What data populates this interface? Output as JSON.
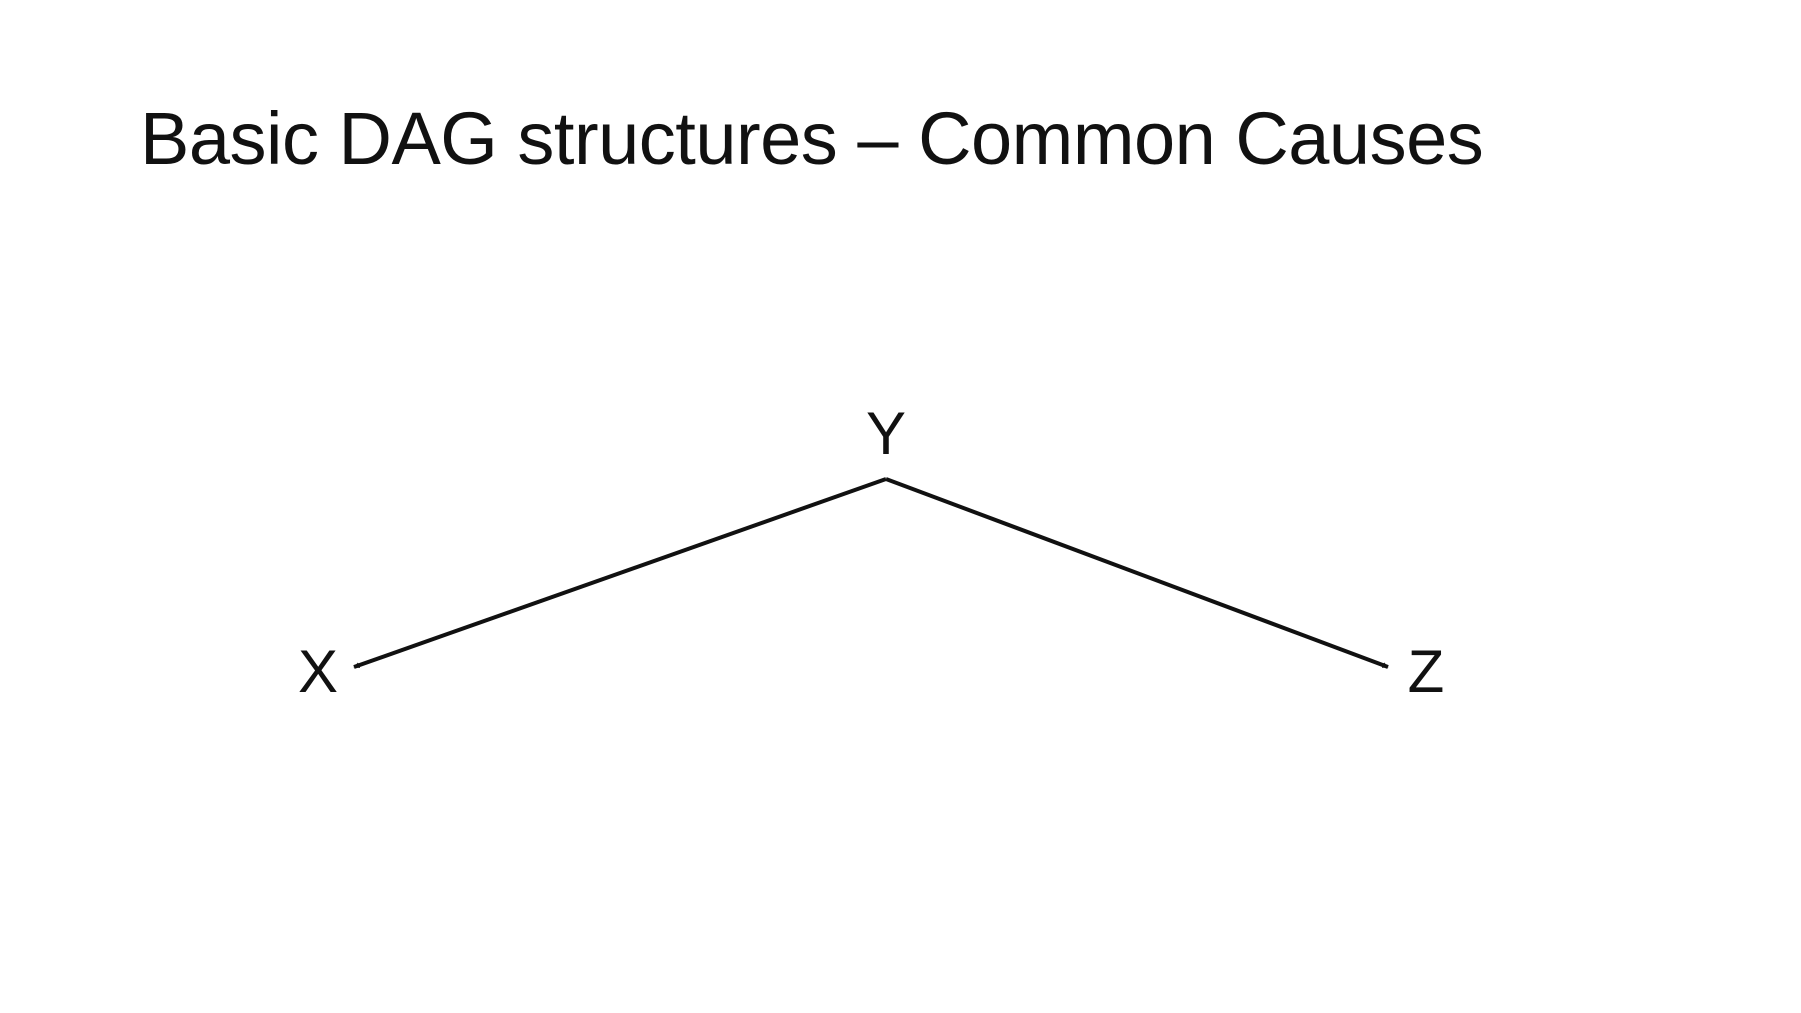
{
  "slide": {
    "title": "Basic DAG structures – Common Causes"
  },
  "diagram": {
    "type": "directed-acyclic-graph",
    "nodes": [
      {
        "id": "Y",
        "label": "Y"
      },
      {
        "id": "X",
        "label": "X"
      },
      {
        "id": "Z",
        "label": "Z"
      }
    ],
    "edges": [
      {
        "from": "Y",
        "to": "X"
      },
      {
        "from": "Y",
        "to": "Z"
      }
    ],
    "colors": {
      "text": "#111111",
      "edge": "#111111",
      "background": "#ffffff"
    }
  }
}
